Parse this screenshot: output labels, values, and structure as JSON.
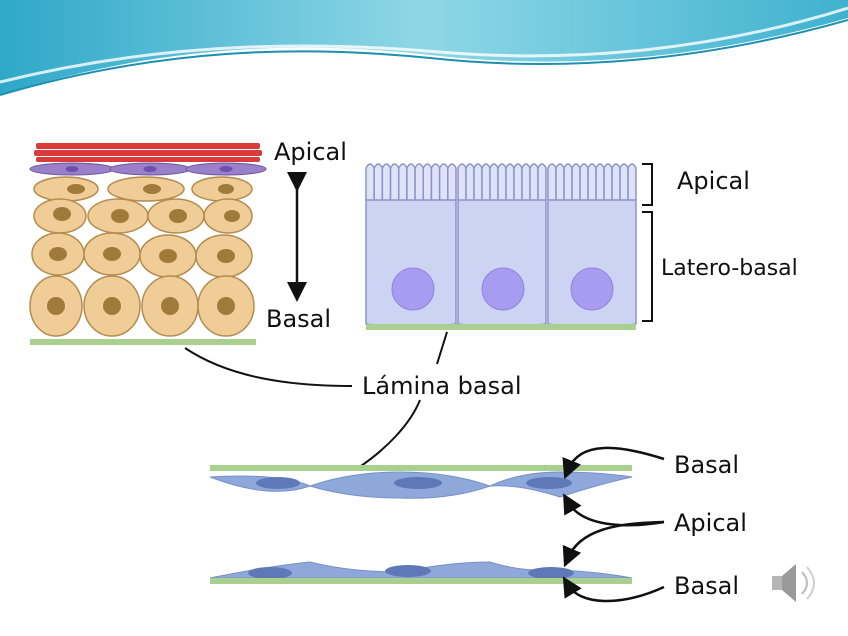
{
  "labels": {
    "stratified_apical": "Apical",
    "stratified_basal": "Basal",
    "columnar_apical": "Apical",
    "columnar_laterobasal": "Latero-basal",
    "lamina": "Lámina basal",
    "squamous_basal_top": "Basal",
    "squamous_apical": "Apical",
    "squamous_basal_bottom": "Basal"
  },
  "colors": {
    "header_teal": "#5fc4d8",
    "lamina_green": "#a9d08e",
    "stratified_cell": "#f0cc96",
    "stratified_nucleus": "#a07a3a",
    "flattened_cell": "#9a7fc9",
    "keratin_red": "#d93a3a",
    "columnar_cell": "#cdd3f3",
    "columnar_nucleus": "#a79cef",
    "squamous_cell": "#8ea8dc",
    "squamous_nucleus": "#5f78b8"
  },
  "icons": {
    "speaker": "speaker-icon"
  }
}
